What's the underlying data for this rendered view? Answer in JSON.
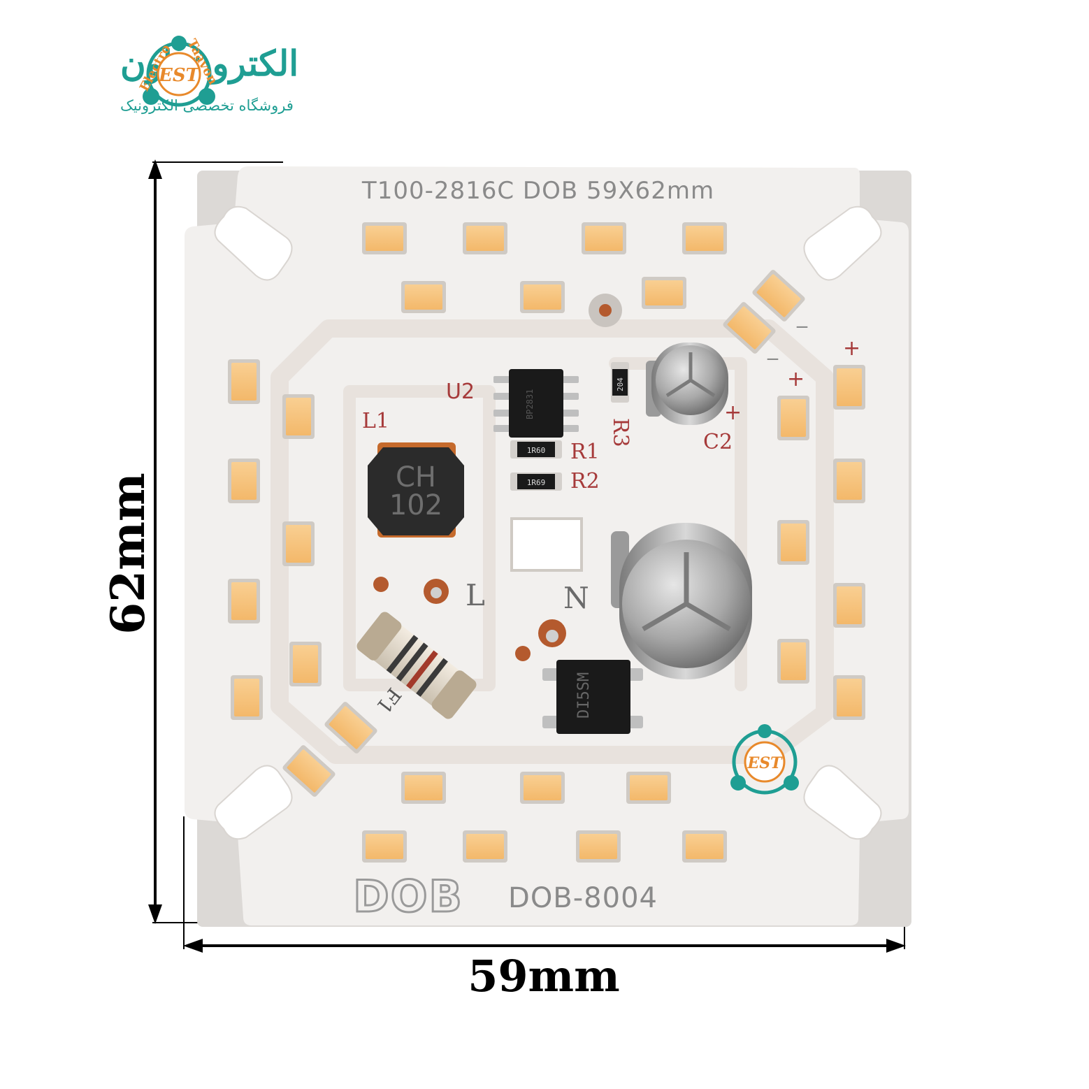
{
  "brand": {
    "name_fa": "الکترو تعاون",
    "tagline_fa": "فروشگاه تخصصی الکترونیک",
    "logo_ring_text_left": "Electro",
    "logo_ring_text_right": "Taavon",
    "logo_core_text": "EST",
    "colors": {
      "teal": "#1f9e93",
      "orange": "#e8892b",
      "core_bg": "#ffffff"
    }
  },
  "dimensions": {
    "height_label": "62mm",
    "width_label": "59mm"
  },
  "board": {
    "top_text": "T100-2816C DOB 59X62mm",
    "bottom_logo": "DOB",
    "bottom_model": "DOB-8004",
    "refs": {
      "u2": "U2",
      "l1": "L1",
      "r1": "R1",
      "r2": "R2",
      "r3": "R3",
      "c2": "C2",
      "l": "L",
      "n": "N",
      "f1": "F1"
    },
    "parts": {
      "inductor_line1": "CH",
      "inductor_line2": "102",
      "r1_code": "1R60",
      "r2_code": "1R69",
      "r3_code": "204",
      "bridge_code": "DI5SM",
      "ic_code": "BP2831"
    },
    "polarity": {
      "plus": "+",
      "minus": "_"
    },
    "colors": {
      "pcb": "#f2f0ee",
      "trace": "#ece7e3",
      "led": "#f7c47e",
      "led_frame": "#cfcac4",
      "pad": "#b45a2e",
      "ic": "#1a1a1a",
      "silk_red": "#a63a3a",
      "silk_grey": "#8a8a8a"
    }
  }
}
